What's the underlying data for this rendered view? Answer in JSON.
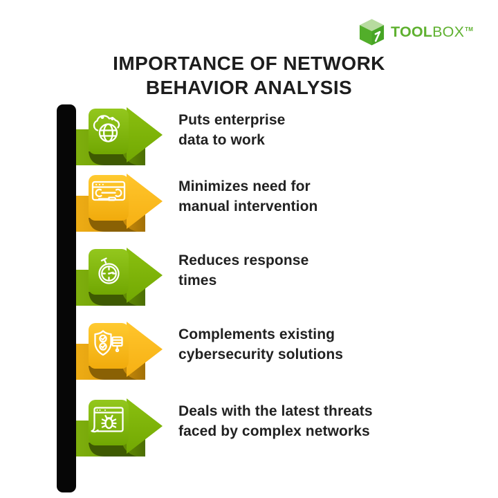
{
  "logo": {
    "brand_bold": "TOOL",
    "brand_light": "BOX",
    "trademark": "TM",
    "cube_icon": "toolbox-cube-logo",
    "brand_color": "#5fb130"
  },
  "title": {
    "line1": "IMPORTANCE OF NETWORK",
    "line2": "BEHAVIOR ANALYSIS"
  },
  "items": [
    {
      "icon": "cloud-globe-icon",
      "theme": "green",
      "line1": "Puts enterprise",
      "line2": "data to work"
    },
    {
      "icon": "maintenance-tools-icon",
      "theme": "yellow",
      "line1": "Minimizes need for",
      "line2": "manual intervention"
    },
    {
      "icon": "stopwatch-icon",
      "theme": "green",
      "line1": "Reduces response",
      "line2": "times"
    },
    {
      "icon": "security-checklist-icon",
      "theme": "yellow",
      "line1": "Complements existing",
      "line2": "cybersecurity solutions"
    },
    {
      "icon": "malware-browser-icon",
      "theme": "green",
      "line1": "Deals with the latest threats",
      "line2": "faced by complex networks"
    }
  ],
  "colors": {
    "green_arrow": "#7cb303",
    "green_dark": "#3e5a02",
    "yellow_arrow": "#fdbe21",
    "yellow_dark": "#8a6104",
    "bar": "#060606",
    "text": "#212121",
    "title": "#1d1d1d"
  }
}
